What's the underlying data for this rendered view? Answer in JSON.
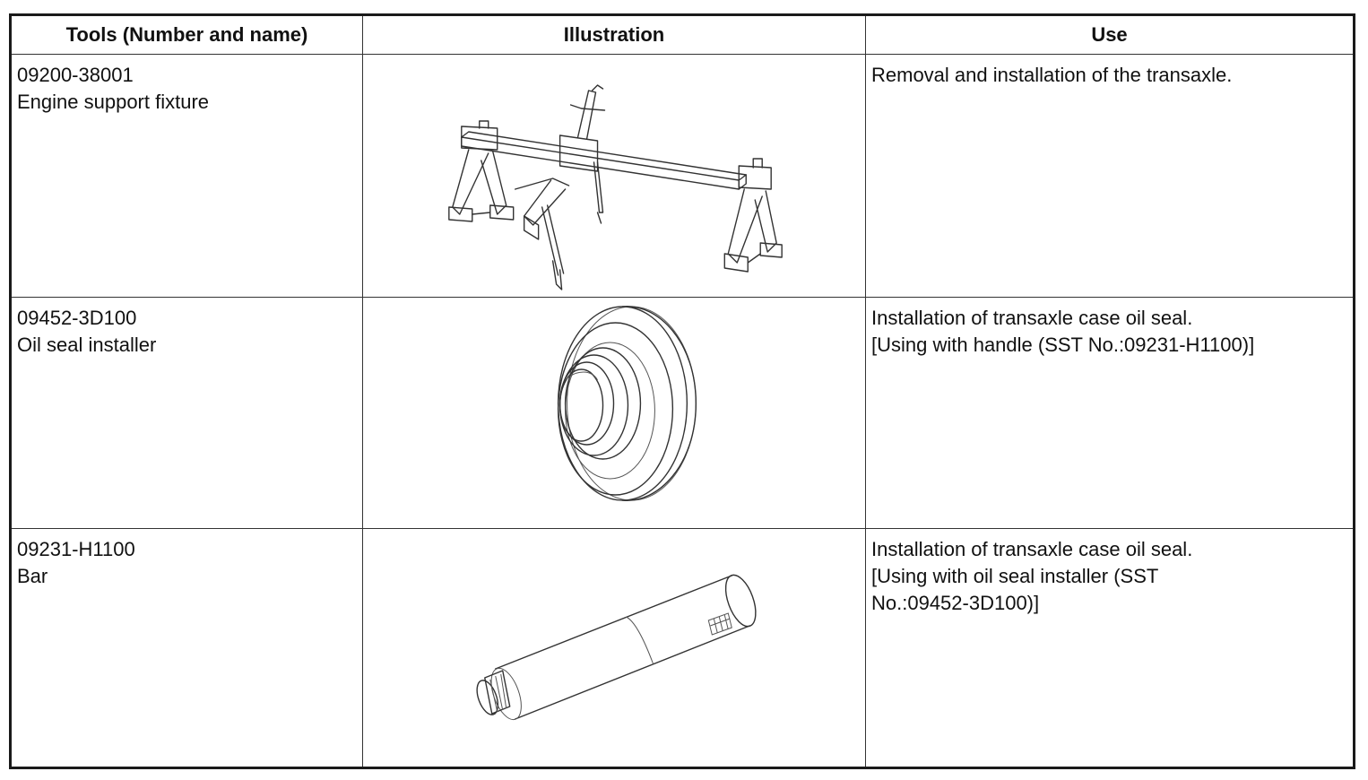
{
  "table": {
    "headers": {
      "tools": "Tools (Number and name)",
      "illustration": "Illustration",
      "use": "Use"
    },
    "rows": [
      {
        "number": "09200-38001",
        "name": "Engine support fixture",
        "illustration_icon": "engine-support-fixture-drawing",
        "use": "Removal and installation of the transaxle."
      },
      {
        "number": "09452-3D100",
        "name": "Oil seal installer",
        "illustration_icon": "oil-seal-installer-drawing",
        "use": "Installation of transaxle case oil seal.\n[Using with handle (SST No.:09231-H1100)]"
      },
      {
        "number": "09231-H1100",
        "name": "Bar",
        "illustration_icon": "bar-drawing",
        "use": "Installation of transaxle case oil seal.\n[Using with oil seal installer (SST\nNo.:09452-3D100)]"
      }
    ]
  },
  "colors": {
    "border": "#1a1a1a",
    "text": "#111111",
    "drawing_stroke": "#333333"
  }
}
